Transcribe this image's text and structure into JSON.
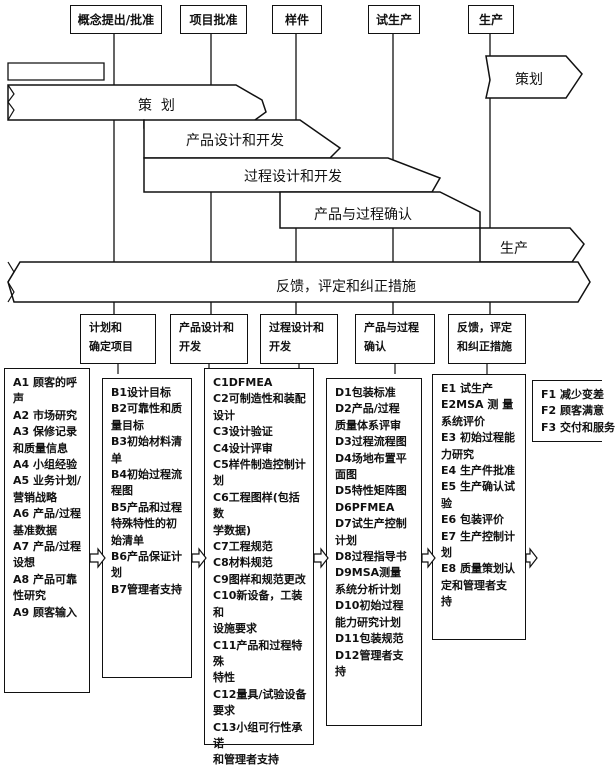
{
  "phases": [
    "概念提出/批准",
    "项目批准",
    "样件",
    "试生产",
    "生产"
  ],
  "bands": {
    "planning_right": "策划",
    "planning": "策  划",
    "product_design": "产品设计和开发",
    "process_design": "过程设计和开发",
    "validation": "产品与过程确认",
    "production": "生产",
    "feedback": "反馈，评定和纠正措施"
  },
  "outputs": [
    "计划和\n确定项目",
    "产品设计和\n开发",
    "过程设计和\n开发",
    "产品与过程\n确认",
    "反馈，评定\n和纠正措施"
  ],
  "columns": [
    [
      "A1 顾客的呼\n声",
      "A2 市场研究",
      "A3 保修记录\n和质量信息",
      "A4 小组经验",
      "A5 业务计划/\n营销战略",
      "A6 产品/过程\n基准数据",
      "A7 产品/过程\n设想",
      "A8 产品可靠\n性研究",
      "A9 顾客输入"
    ],
    [
      "B1设计目标",
      "B2可靠性和质\n量目标",
      "B3初始材料清\n单",
      "B4初始过程流\n程图",
      "B5产品和过程\n特殊特性的初\n始清单",
      "B6产品保证计\n划",
      "B7管理者支持"
    ],
    [
      "C1DFMEA",
      "C2可制造性和装配\n设计",
      "C3设计验证",
      "C4设计评审",
      "C5样件制造控制计\n划",
      "C6工程图样(包括数\n学数据)",
      "C7工程规范",
      "C8材料规范",
      "C9图样和规范更改",
      "C10新设备，工装和\n设施要求",
      "C11产品和过程特殊\n特性",
      "C12量具/试验设备\n要求",
      "C13小组可行性承诺\n和管理者支持"
    ],
    [
      "D1包装标准",
      "D2产品/过程\n质量体系评审",
      "D3过程流程图",
      "D4场地布置平\n面图",
      "D5特性矩阵图",
      "D6PFMEA",
      "D7试生产控制\n计划",
      "D8过程指导书",
      "D9MSA测量\n系统分析计划",
      "D10初始过程\n能力研究计划",
      "D11包装规范",
      "D12管理者支\n持"
    ],
    [
      "E1 试生产",
      "E2MSA  测  量\n系统评价",
      "E3 初始过程能\n力研究",
      "E4 生产件批准",
      "E5 生产确认试\n验",
      "E6 包装评价",
      "E7 生产控制计\n划",
      "E8 质量策划认\n定和管理者支\n持"
    ],
    [
      "F1 减少变差",
      "F2 顾客满意",
      "F3 交付和服务"
    ]
  ]
}
